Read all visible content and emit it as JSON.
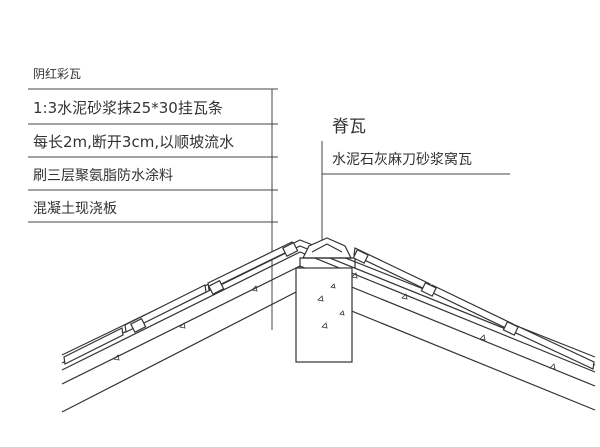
{
  "left_callout": {
    "header": "阴红彩瓦",
    "layers": [
      "1:3水泥砂浆抹25*30挂瓦条",
      "每长2m,断开3cm,以顺坡流水",
      "刷三层聚氨脂防水涂料",
      "混凝土现浇板"
    ]
  },
  "right_callout": {
    "title": "脊瓦",
    "layers": [
      "水泥石灰麻刀砂浆窝瓦"
    ]
  }
}
